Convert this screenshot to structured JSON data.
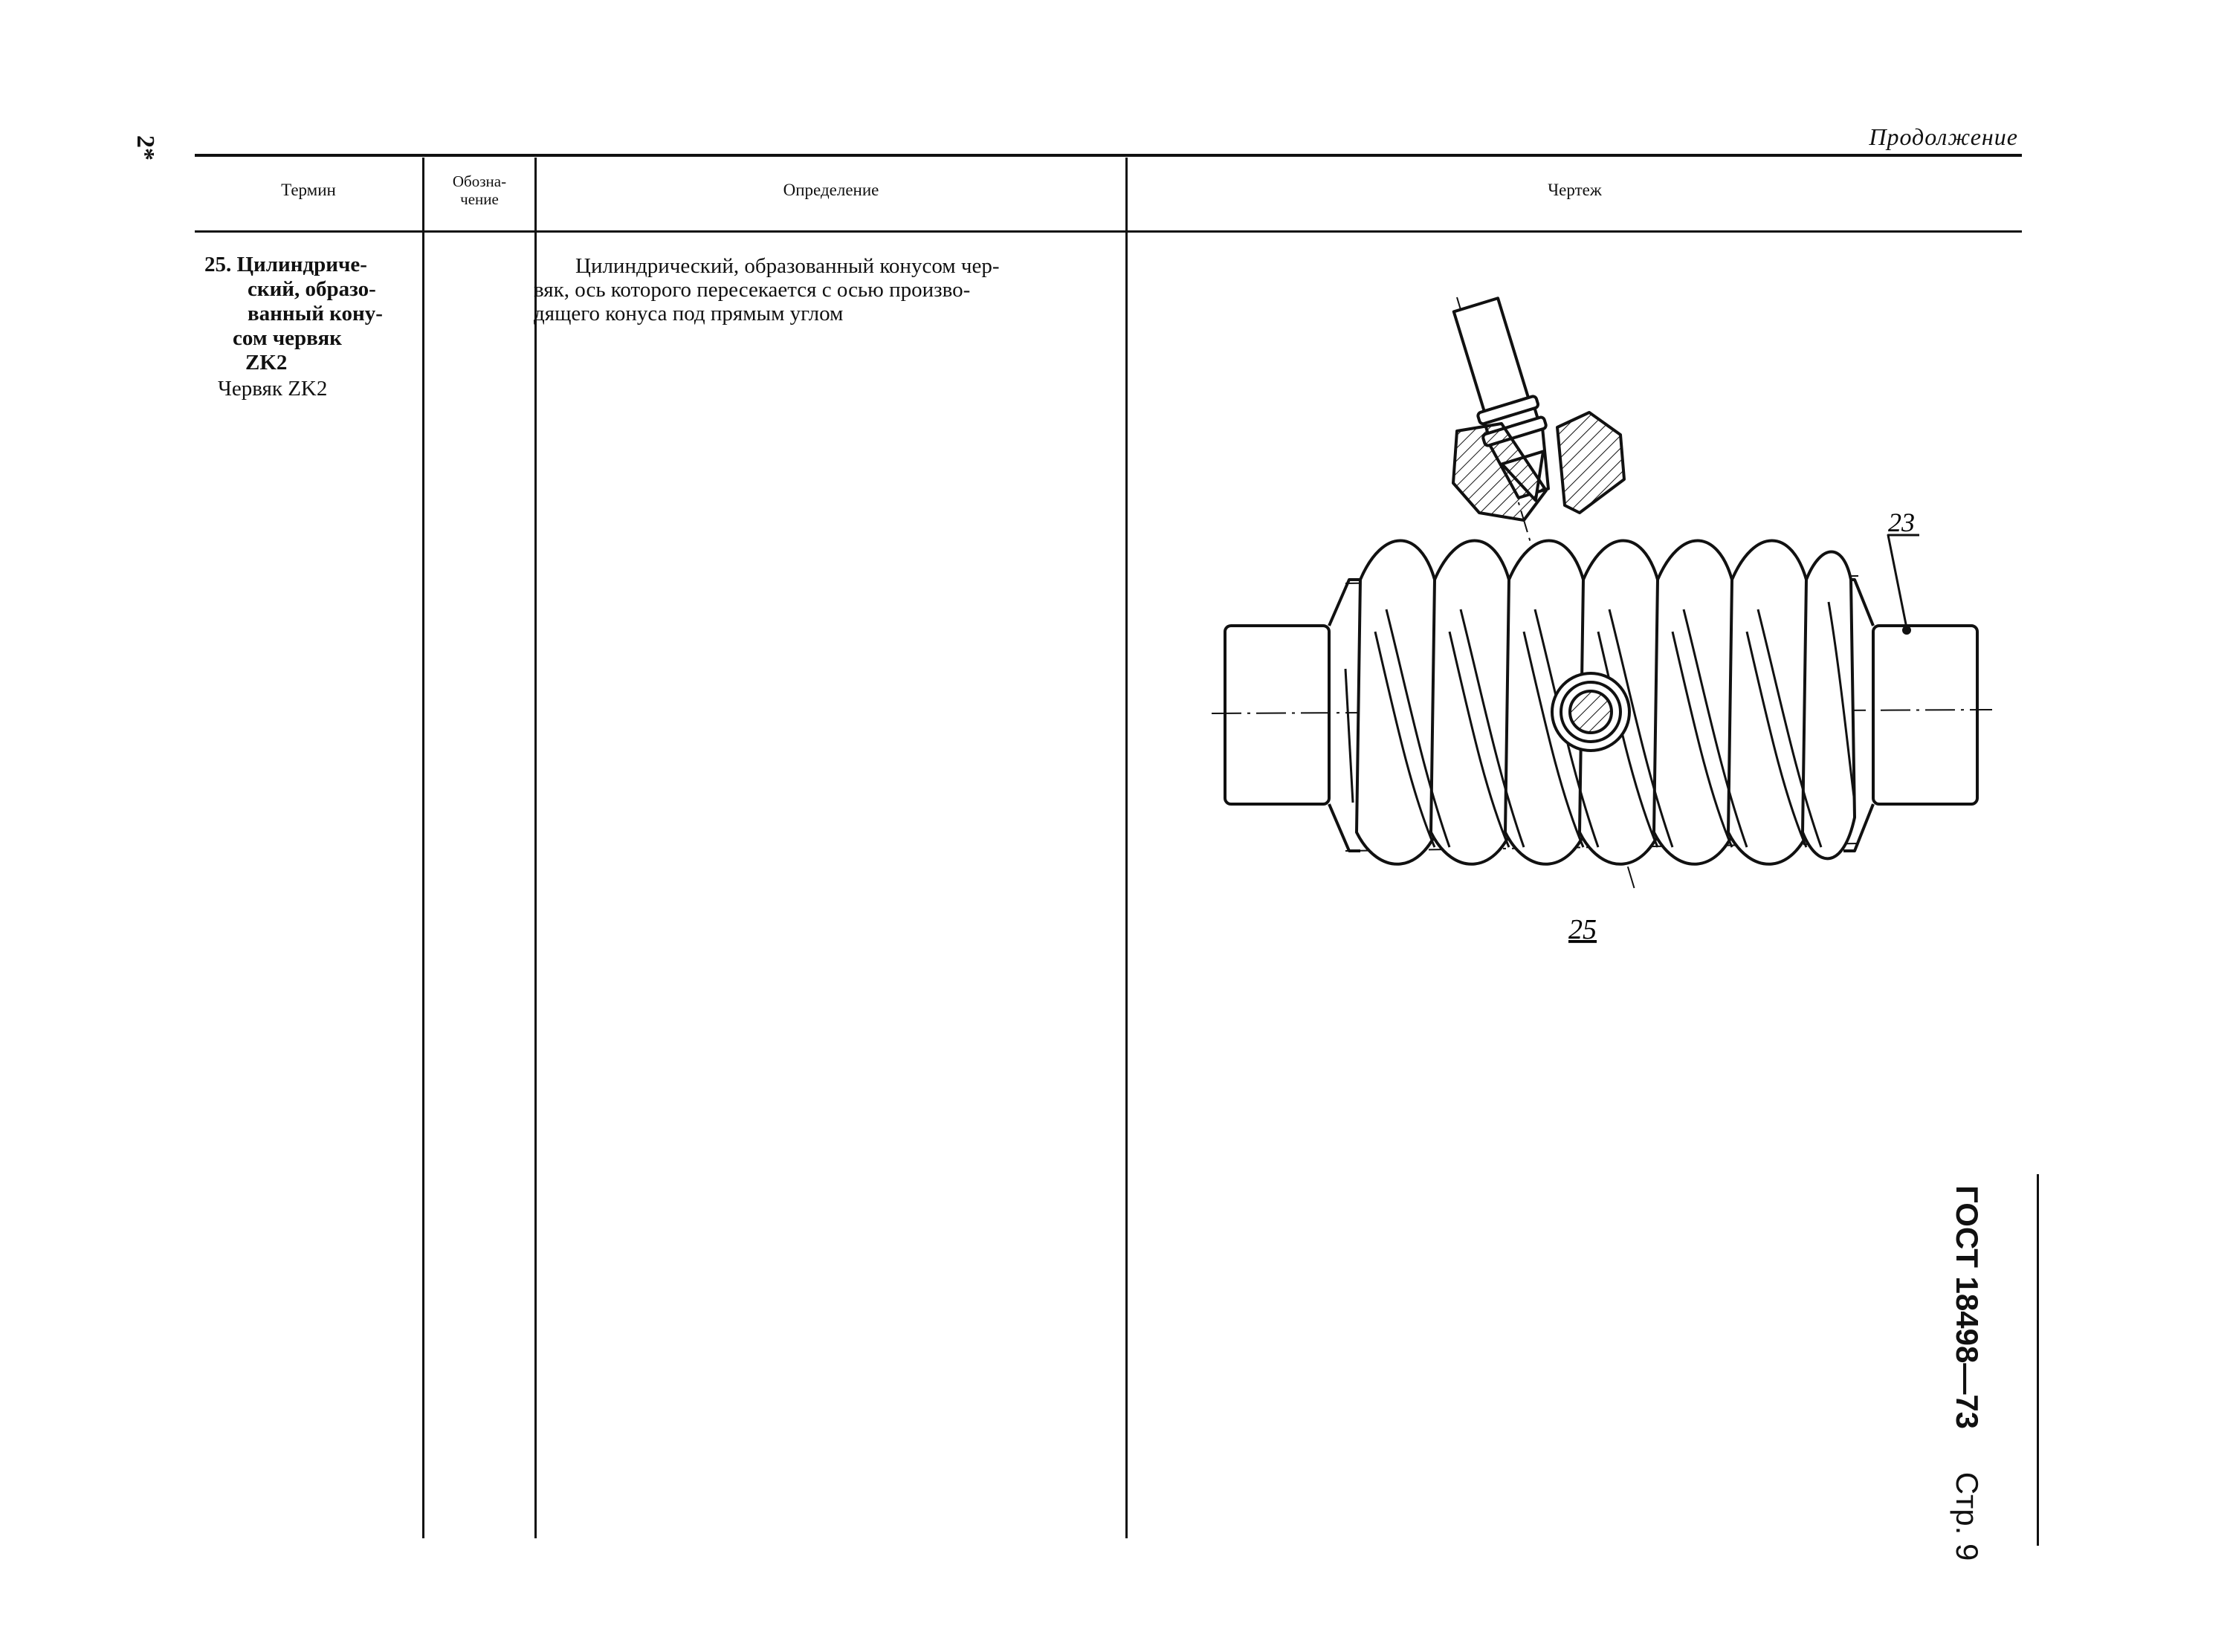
{
  "page": {
    "sheet_mark": "2*",
    "continuation": "Продолжение",
    "standard_code": "ГОСТ 18498—73",
    "page_label": "Стр. 9"
  },
  "table": {
    "headers": {
      "term": "Термин",
      "designation_line1": "Обозна-",
      "designation_line2": "чение",
      "definition": "Определение",
      "drawing": "Чертеж"
    },
    "row": {
      "term_lines": [
        "25. Цилиндриче-",
        "ский, образо-",
        "ванный кону-",
        "сом червяк",
        "ZK2"
      ],
      "term_alt": "Червяк ZK2",
      "designation": "",
      "definition_lines": [
        "Цилиндрический, образованный конусом чер-",
        "вяк, ось которого пересекается с осью произво-",
        "дящего конуса под прямым углом"
      ]
    }
  },
  "drawing": {
    "callout_23": "23",
    "figure_label": "25"
  }
}
